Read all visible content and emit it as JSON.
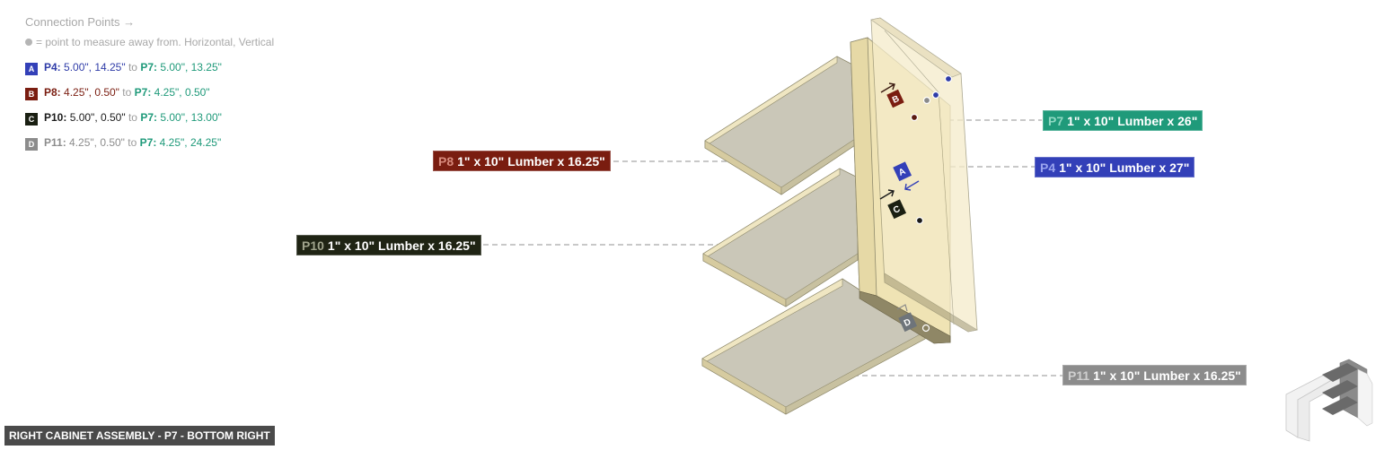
{
  "legend": {
    "title": "Connection Points →",
    "note": "= point to measure away from. Horizontal, Vertical",
    "to_word": "to",
    "rows": [
      {
        "badge": "A",
        "badge_color": "#3340b8",
        "from_part": "P4:",
        "from_color": "#2f3ca8",
        "from_vals": "5.00\", 14.25\"",
        "to_part": "P7:",
        "to_vals": "5.00\", 13.25\""
      },
      {
        "badge": "B",
        "badge_color": "#7a1d10",
        "from_part": "P8:",
        "from_color": "#7a1d10",
        "from_vals": "4.25\", 0.50\"",
        "to_part": "P7:",
        "to_vals": "4.25\", 0.50\""
      },
      {
        "badge": "C",
        "badge_color": "#1a1f12",
        "from_part": "P10:",
        "from_color": "#1a1a1a",
        "from_vals": "5.00\", 0.50\"",
        "to_part": "P7:",
        "to_vals": "5.00\", 13.00\""
      },
      {
        "badge": "D",
        "badge_color": "#8c8c8c",
        "from_part": "P11:",
        "from_color": "#8c8c8c",
        "from_vals": "4.25\", 0.50\"",
        "to_part": "P7:",
        "to_vals": "4.25\", 24.25\""
      }
    ]
  },
  "part_labels": [
    {
      "id": "P8",
      "text": "1\" x 10\" Lumber  x 16.25\"",
      "bg": "#7a1d10",
      "id_color": "#d88a7c"
    },
    {
      "id": "P10",
      "text": "1\" x 10\" Lumber  x 16.25\"",
      "bg": "#1f2414",
      "id_color": "#a0a48c"
    },
    {
      "id": "P7",
      "text": "1\" x 10\" Lumber  x 26\"",
      "bg": "#1f9a7a",
      "id_color": "#8fd8c2"
    },
    {
      "id": "P4",
      "text": "1\" x 10\" Lumber  x 27\"",
      "bg": "#3340b8",
      "id_color": "#9aa4ee"
    },
    {
      "id": "P11",
      "text": "1\" x 10\" Lumber  x 16.25\"",
      "bg": "#8c8c8c",
      "id_color": "#cfcfcf"
    }
  ],
  "markers": [
    "A",
    "B",
    "C",
    "D"
  ],
  "caption": "RIGHT CABINET ASSEMBLY - P7 - BOTTOM RIGHT",
  "colors": {
    "wood": "#efe3b4",
    "wood_edge": "#d9cc98",
    "shelf_top": "#c8c5b6",
    "shelf_side": "#cfc6a2",
    "leader": "#a8a8a8"
  }
}
